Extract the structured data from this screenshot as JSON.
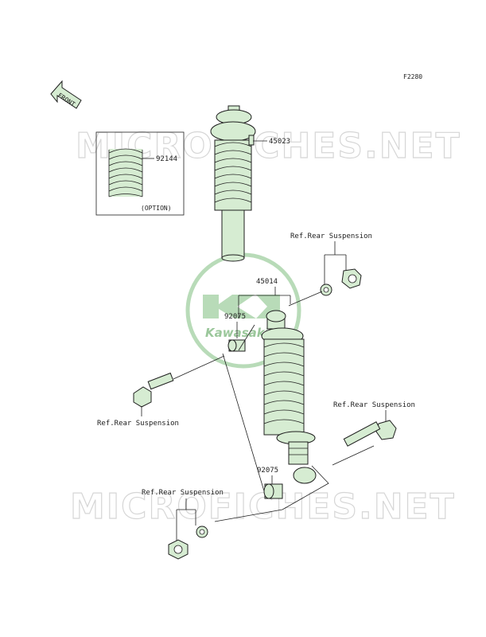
{
  "figure_code": "F2280",
  "front_arrow_label": "FRONT",
  "watermark_text": "MICROFICHES.NET",
  "logo_text": "Kawasaki",
  "option_box_label": "(OPTION)",
  "parts": {
    "shock_upper": "45023",
    "shock_lower": "45014",
    "spring_option": "92144",
    "bushing_upper": "92075",
    "bushing_lower": "92075"
  },
  "refs": {
    "top_right": "Ref.Rear Suspension",
    "left_bolt": "Ref.Rear Suspension",
    "right_bolt": "Ref.Rear Suspension",
    "bottom_left": "Ref.Rear Suspension"
  },
  "colors": {
    "part_fill": "#d6ecd2",
    "line": "#1f1f1f",
    "watermark": "#d6d6d6",
    "logo": "#9bc79b"
  }
}
